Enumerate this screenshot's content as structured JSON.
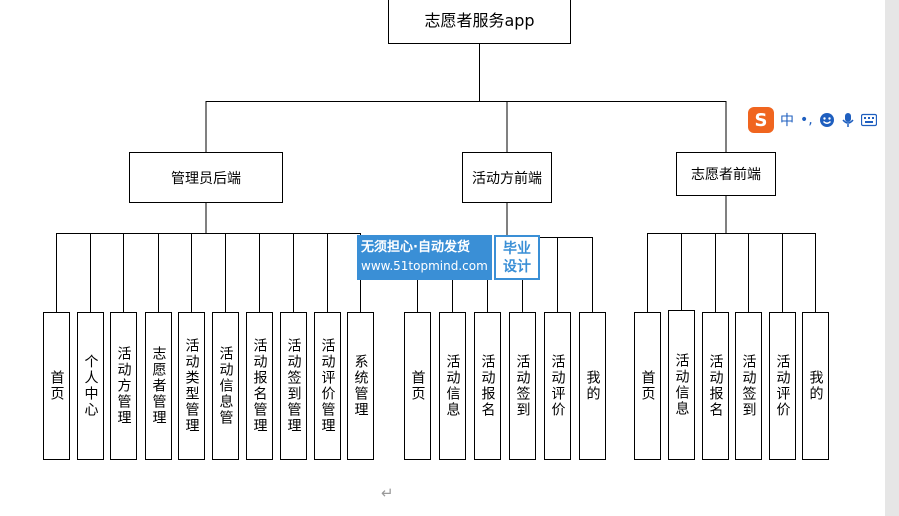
{
  "root": {
    "label": "志愿者服务app"
  },
  "branches": [
    {
      "label": "管理员后端",
      "children": [
        "首页",
        "个人中心",
        "活动方管理",
        "志愿者管理",
        "活动类型管理",
        "活动信息管",
        "活动报名管理",
        "活动签到管理",
        "活动评价管理",
        "系统管理"
      ]
    },
    {
      "label": "活动方前端",
      "children": [
        "首页",
        "活动信息",
        "活动报名",
        "活动签到",
        "活动评价",
        "我的"
      ]
    },
    {
      "label": "志愿者前端",
      "children": [
        "首页",
        "活动信息",
        "活动报名",
        "活动签到",
        "活动评价",
        "我的"
      ]
    }
  ],
  "watermark": {
    "line1": "无须担心·自动发货",
    "line2": "www.51topmind.com",
    "badge_top": "毕业",
    "badge_bottom": "设计"
  },
  "ime_toolbar": {
    "logo": "S",
    "mode": "中",
    "punct": "•,",
    "emoji_icon": "smiley-icon",
    "voice_icon": "microphone-icon",
    "keyboard_icon": "keyboard-icon"
  },
  "paragraph_mark": "↵"
}
